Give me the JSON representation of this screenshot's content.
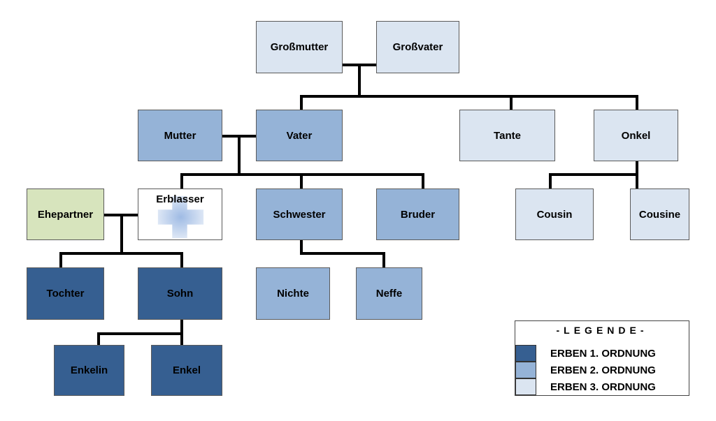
{
  "colors": {
    "order1": "#365f91",
    "order2": "#95b3d7",
    "order3": "#dbe5f1",
    "spouse": "#d7e4bd",
    "lines": "#000000"
  },
  "people": {
    "grossmutter": "Großmutter",
    "grossvater": "Großvater",
    "mutter": "Mutter",
    "vater": "Vater",
    "tante": "Tante",
    "onkel": "Onkel",
    "ehepartner": "Ehepartner",
    "erblasser": "Erblasser",
    "schwester": "Schwester",
    "bruder": "Bruder",
    "cousin": "Cousin",
    "cousine": "Cousine",
    "tochter": "Tochter",
    "sohn": "Sohn",
    "nichte": "Nichte",
    "neffe": "Neffe",
    "enkelin": "Enkelin",
    "enkel": "Enkel"
  },
  "legend": {
    "title": "-LEGENDE-",
    "items": [
      {
        "label": "ERBEN 1. ORDNUNG",
        "color": "#365f91"
      },
      {
        "label": "ERBEN 2. ORDNUNG",
        "color": "#95b3d7"
      },
      {
        "label": "ERBEN 3. ORDNUNG",
        "color": "#dbe5f1"
      }
    ]
  }
}
